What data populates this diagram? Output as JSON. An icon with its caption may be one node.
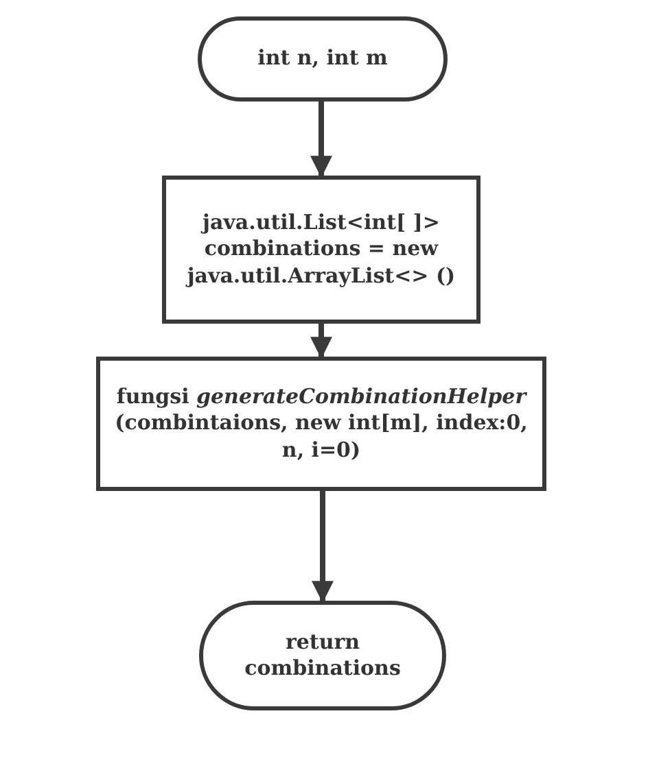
{
  "diagram": {
    "nodes": [
      {
        "text": [
          "int n, int m"
        ]
      },
      {
        "text": [
          "java.util.List<int[ ]> combinations = new java.util.ArrayList<> ()"
        ]
      },
      {
        "text": [
          "fungsi *generateCombinationHelper* (combintaions, new int[m], index:0, n, i=0)"
        ]
      },
      {
        "text": [
          "return combinations"
        ]
      }
    ],
    "edges": [
      {
        "from": 0,
        "to": 1,
        "arrow": "to"
      },
      {
        "from": 1,
        "to": 2,
        "arrow": "to"
      },
      {
        "from": 2,
        "to": 3,
        "arrow": "to"
      }
    ]
  }
}
